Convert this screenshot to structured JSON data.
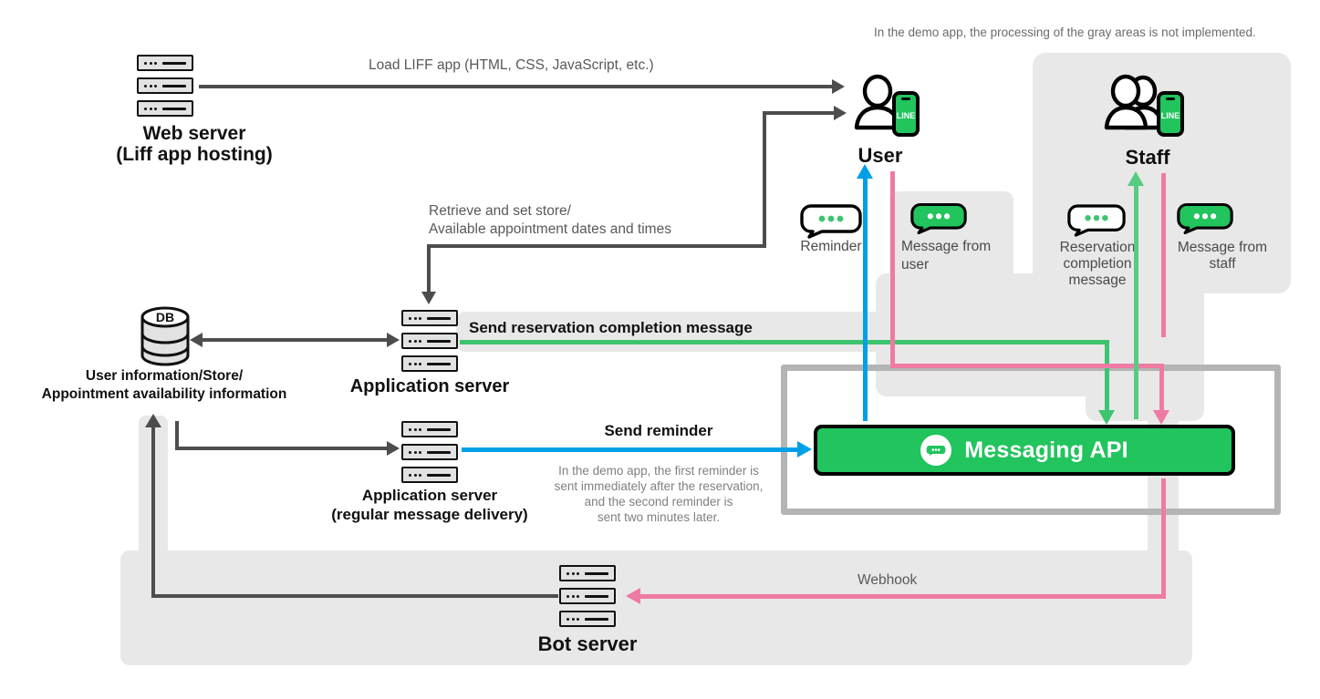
{
  "diagram": {
    "top_note": "In the demo app, the processing of the gray areas is not implemented.",
    "colors": {
      "line_green": "#3ec46f",
      "line_blue": "#00a0e9",
      "line_pink": "#ee7ba4",
      "line_dark": "#4d4d4d",
      "line_gray": "#b4b4b4",
      "brand_green": "#21c45d",
      "grey_area": "#e8e8e8"
    },
    "nodes": [
      {
        "id": "web-server",
        "icon": "server-icon",
        "label_line1": "Web server",
        "label_line2": "(Liff app hosting)"
      },
      {
        "id": "database",
        "icon": "database-icon",
        "icon_label": "DB",
        "label_line1": "User information/Store/",
        "label_line2": "Appointment availability information"
      },
      {
        "id": "application-server",
        "icon": "server-icon",
        "label_line1": "Application server",
        "label_line2": ""
      },
      {
        "id": "application-server-regular",
        "icon": "server-icon",
        "label_line1": "Application server",
        "label_line2": "(regular message delivery)"
      },
      {
        "id": "bot-server",
        "icon": "server-icon",
        "label_line1": "Bot server",
        "label_line2": ""
      },
      {
        "id": "user",
        "icon": "user-line-icon",
        "label_line1": "User",
        "label_line2": ""
      },
      {
        "id": "staff",
        "icon": "staff-line-icon",
        "label_line1": "Staff",
        "label_line2": ""
      },
      {
        "id": "messaging-api",
        "icon": "message-bubble-icon",
        "label_line1": "Messaging API",
        "label_line2": ""
      }
    ],
    "phone_badge": "LINE",
    "edges": [
      {
        "id": "load-liff",
        "label": "Load LIFF app (HTML, CSS, JavaScript, etc.)",
        "color": "#4d4d4d"
      },
      {
        "id": "retrieve-set-store",
        "label_line1": "Retrieve and set store/",
        "label_line2": "Available appointment dates and times",
        "color": "#4d4d4d"
      },
      {
        "id": "send-reservation-completion",
        "label": "Send reservation completion message",
        "color": "#3ec46f"
      },
      {
        "id": "send-reminder",
        "label": "Send reminder",
        "color": "#00a0e9",
        "note_line1": "In the demo app, the first reminder is",
        "note_line2": "sent immediately after the reservation,",
        "note_line3": "and the second reminder is",
        "note_line4": "sent two minutes later."
      },
      {
        "id": "webhook",
        "label": "Webhook",
        "color": "#ee7ba4"
      }
    ],
    "messages": [
      {
        "id": "reminder",
        "label_line1": "Reminder",
        "label_line2": "",
        "label_line3": "",
        "bubble": "white"
      },
      {
        "id": "message-from-user",
        "label_line1": "Message from",
        "label_line2": "user",
        "label_line3": "",
        "bubble": "green"
      },
      {
        "id": "reservation-completion-message",
        "label_line1": "Reservation",
        "label_line2": "completion",
        "label_line3": "message",
        "bubble": "white"
      },
      {
        "id": "message-from-staff",
        "label_line1": "Message from",
        "label_line2": "staff",
        "label_line3": "",
        "bubble": "green"
      }
    ]
  }
}
